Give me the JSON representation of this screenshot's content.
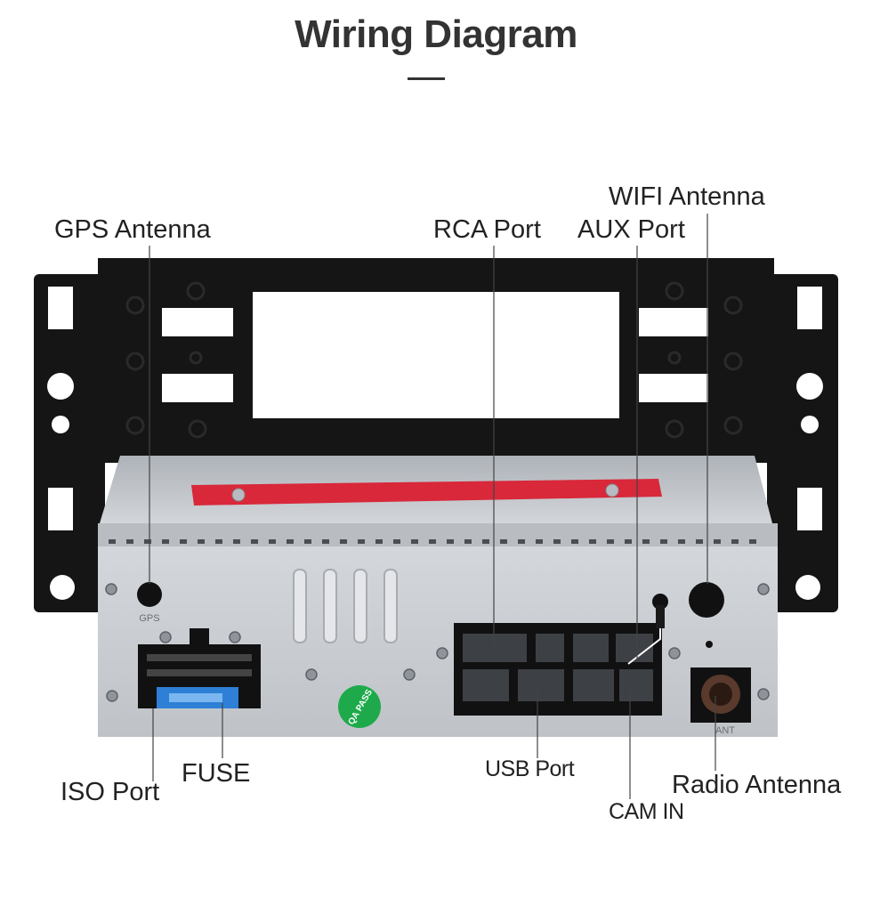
{
  "header": {
    "title": "Wiring Diagram"
  },
  "labels": {
    "gps_antenna": "GPS Antenna",
    "rca_port": "RCA Port",
    "aux_port": "AUX Port",
    "wifi_antenna": "WIFI Antenna",
    "iso_port": "ISO Port",
    "fuse": "FUSE",
    "usb_port": "USB Port",
    "cam_in": "CAM IN",
    "radio_antenna": "Radio Antenna"
  },
  "device_marks": {
    "gps_jack": "GPS",
    "qa_sticker": "QA PASS",
    "ant_jack": "ANT"
  },
  "colors": {
    "frame": "#151515",
    "chassis": "#c9cdd2",
    "sticker": "#1eaa4a",
    "tape": "#d8283a",
    "fuse": "#2e7fd6"
  }
}
